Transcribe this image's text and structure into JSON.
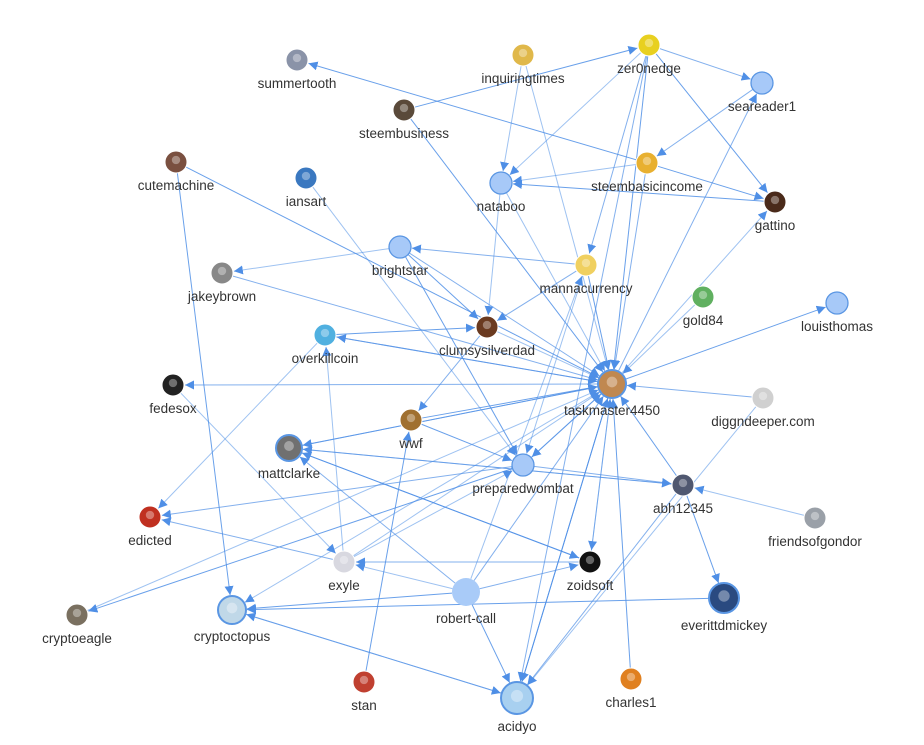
{
  "colors": {
    "edge": "#4f8fe6",
    "node_fill": "#a7c9f8",
    "node_stroke": "#5a96e3",
    "label": "#333333"
  },
  "nodes": [
    {
      "id": "summertooth",
      "kind": "avatar",
      "color": "#8a93a8"
    },
    {
      "id": "inquiringtimes",
      "kind": "avatar",
      "color": "#e0b84a"
    },
    {
      "id": "zer0nedge",
      "kind": "avatar",
      "color": "#e8d020"
    },
    {
      "id": "seareader1",
      "kind": "plain"
    },
    {
      "id": "steembusiness",
      "kind": "avatar",
      "color": "#5a4a3a"
    },
    {
      "id": "steembasicincome",
      "kind": "avatar",
      "color": "#e8b030"
    },
    {
      "id": "nataboo",
      "kind": "plain"
    },
    {
      "id": "cutemachine",
      "kind": "avatar",
      "color": "#7a5040"
    },
    {
      "id": "iansart",
      "kind": "avatar",
      "color": "#3a78c0"
    },
    {
      "id": "gattino",
      "kind": "avatar",
      "color": "#4a2a1a"
    },
    {
      "id": "brightstar",
      "kind": "plain"
    },
    {
      "id": "mannacurrency",
      "kind": "avatar",
      "color": "#f0d060"
    },
    {
      "id": "jakeybrown",
      "kind": "avatar",
      "color": "#888888"
    },
    {
      "id": "gold84",
      "kind": "avatar",
      "color": "#60b060"
    },
    {
      "id": "louisthomas",
      "kind": "plain"
    },
    {
      "id": "clumsysilverdad",
      "kind": "avatar",
      "color": "#6a3a20"
    },
    {
      "id": "overkillcoin",
      "kind": "avatar",
      "color": "#50b0e0"
    },
    {
      "id": "taskmaster4450",
      "kind": "avatar",
      "color": "#c08850"
    },
    {
      "id": "fedesox",
      "kind": "avatar",
      "color": "#222222"
    },
    {
      "id": "diggndeeper.com",
      "kind": "avatar",
      "color": "#d0d0d0"
    },
    {
      "id": "wwf",
      "kind": "avatar",
      "color": "#a07030"
    },
    {
      "id": "mattclarke",
      "kind": "avatar",
      "color": "#707070"
    },
    {
      "id": "preparedwombat",
      "kind": "plain"
    },
    {
      "id": "abh12345",
      "kind": "avatar",
      "color": "#505870"
    },
    {
      "id": "friendsofgondor",
      "kind": "avatar",
      "color": "#9aa0a8"
    },
    {
      "id": "edicted",
      "kind": "avatar",
      "color": "#c03020"
    },
    {
      "id": "exyle",
      "kind": "avatar",
      "color": "#d8d8e0"
    },
    {
      "id": "zoidsoft",
      "kind": "avatar",
      "color": "#111111"
    },
    {
      "id": "robert-call",
      "kind": "big"
    },
    {
      "id": "everittdmickey",
      "kind": "avatar",
      "color": "#2a4a80"
    },
    {
      "id": "cryptoeagle",
      "kind": "avatar",
      "color": "#7a7060"
    },
    {
      "id": "cryptoctopus",
      "kind": "avatar",
      "color": "#c0d8e8"
    },
    {
      "id": "stan",
      "kind": "avatar",
      "color": "#c04030"
    },
    {
      "id": "charles1",
      "kind": "avatar",
      "color": "#e08020"
    },
    {
      "id": "acidyo",
      "kind": "avatar",
      "color": "#a8d0f0"
    }
  ],
  "edges": [
    [
      "nataboo",
      "taskmaster4450"
    ],
    [
      "brightstar",
      "taskmaster4450"
    ],
    [
      "mannacurrency",
      "taskmaster4450"
    ],
    [
      "clumsysilverdad",
      "taskmaster4450"
    ],
    [
      "overkillcoin",
      "taskmaster4450"
    ],
    [
      "wwf",
      "taskmaster4450"
    ],
    [
      "mattclarke",
      "taskmaster4450"
    ],
    [
      "preparedwombat",
      "taskmaster4450"
    ],
    [
      "abh12345",
      "taskmaster4450"
    ],
    [
      "zoidsoft",
      "taskmaster4450"
    ],
    [
      "robert-call",
      "taskmaster4450"
    ],
    [
      "acidyo",
      "taskmaster4450"
    ],
    [
      "exyle",
      "taskmaster4450"
    ],
    [
      "steembasicincome",
      "taskmaster4450"
    ],
    [
      "zer0nedge",
      "taskmaster4450"
    ],
    [
      "gold84",
      "taskmaster4450"
    ],
    [
      "diggndeeper.com",
      "taskmaster4450"
    ],
    [
      "charles1",
      "taskmaster4450"
    ],
    [
      "cryptoeagle",
      "taskmaster4450"
    ],
    [
      "jakeybrown",
      "taskmaster4450"
    ],
    [
      "steembusiness",
      "taskmaster4450"
    ],
    [
      "inquiringtimes",
      "taskmaster4450"
    ],
    [
      "taskmaster4450",
      "fedesox"
    ],
    [
      "taskmaster4450",
      "louisthomas"
    ],
    [
      "taskmaster4450",
      "gattino"
    ],
    [
      "taskmaster4450",
      "seareader1"
    ],
    [
      "taskmaster4450",
      "acidyo"
    ],
    [
      "taskmaster4450",
      "zoidsoft"
    ],
    [
      "taskmaster4450",
      "preparedwombat"
    ],
    [
      "taskmaster4450",
      "mattclarke"
    ],
    [
      "taskmaster4450",
      "cryptoctopus"
    ],
    [
      "taskmaster4450",
      "overkillcoin"
    ],
    [
      "steembasicincome",
      "summertooth"
    ],
    [
      "inquiringtimes",
      "nataboo"
    ],
    [
      "zer0nedge",
      "seareader1"
    ],
    [
      "zer0nedge",
      "gattino"
    ],
    [
      "zer0nedge",
      "nataboo"
    ],
    [
      "zer0nedge",
      "mannacurrency"
    ],
    [
      "steembasicincome",
      "gattino"
    ],
    [
      "steembasicincome",
      "nataboo"
    ],
    [
      "seareader1",
      "steembasicincome"
    ],
    [
      "steembusiness",
      "zer0nedge"
    ],
    [
      "brightstar",
      "jakeybrown"
    ],
    [
      "mannacurrency",
      "brightstar"
    ],
    [
      "cutemachine",
      "cryptoctopus"
    ],
    [
      "iansart",
      "preparedwombat"
    ],
    [
      "mannacurrency",
      "clumsysilverdad"
    ],
    [
      "overkillcoin",
      "clumsysilverdad"
    ],
    [
      "mattclarke",
      "abh12345"
    ],
    [
      "mattclarke",
      "zoidsoft"
    ],
    [
      "cutemachine",
      "taskmaster4450"
    ],
    [
      "fedesox",
      "exyle"
    ],
    [
      "preparedwombat",
      "abh12345"
    ],
    [
      "abh12345",
      "everittdmickey"
    ],
    [
      "friendsofgondor",
      "abh12345"
    ],
    [
      "abh12345",
      "acidyo"
    ],
    [
      "robert-call",
      "cryptoctopus"
    ],
    [
      "robert-call",
      "exyle"
    ],
    [
      "robert-call",
      "mattclarke"
    ],
    [
      "robert-call",
      "acidyo"
    ],
    [
      "robert-call",
      "mannacurrency"
    ],
    [
      "robert-call",
      "zoidsoft"
    ],
    [
      "everittdmickey",
      "cryptoctopus"
    ],
    [
      "cryptoctopus",
      "acidyo"
    ],
    [
      "acidyo",
      "cryptoctopus"
    ],
    [
      "stan",
      "wwf"
    ],
    [
      "diggndeeper.com",
      "acidyo"
    ],
    [
      "exyle",
      "edicted"
    ],
    [
      "zoidsoft",
      "mattclarke"
    ],
    [
      "exyle",
      "overkillcoin"
    ],
    [
      "preparedwombat",
      "edicted"
    ],
    [
      "brightstar",
      "clumsysilverdad"
    ],
    [
      "nataboo",
      "clumsysilverdad"
    ],
    [
      "zer0nedge",
      "acidyo"
    ],
    [
      "preparedwombat",
      "cryptoeagle"
    ],
    [
      "mannacurrency",
      "preparedwombat"
    ],
    [
      "abh12345",
      "mattclarke"
    ],
    [
      "wwf",
      "preparedwombat"
    ],
    [
      "overkillcoin",
      "edicted"
    ],
    [
      "clumsysilverdad",
      "wwf"
    ],
    [
      "gattino",
      "nataboo"
    ],
    [
      "exyle",
      "preparedwombat"
    ],
    [
      "zoidsoft",
      "exyle"
    ],
    [
      "brightstar",
      "preparedwombat"
    ]
  ]
}
